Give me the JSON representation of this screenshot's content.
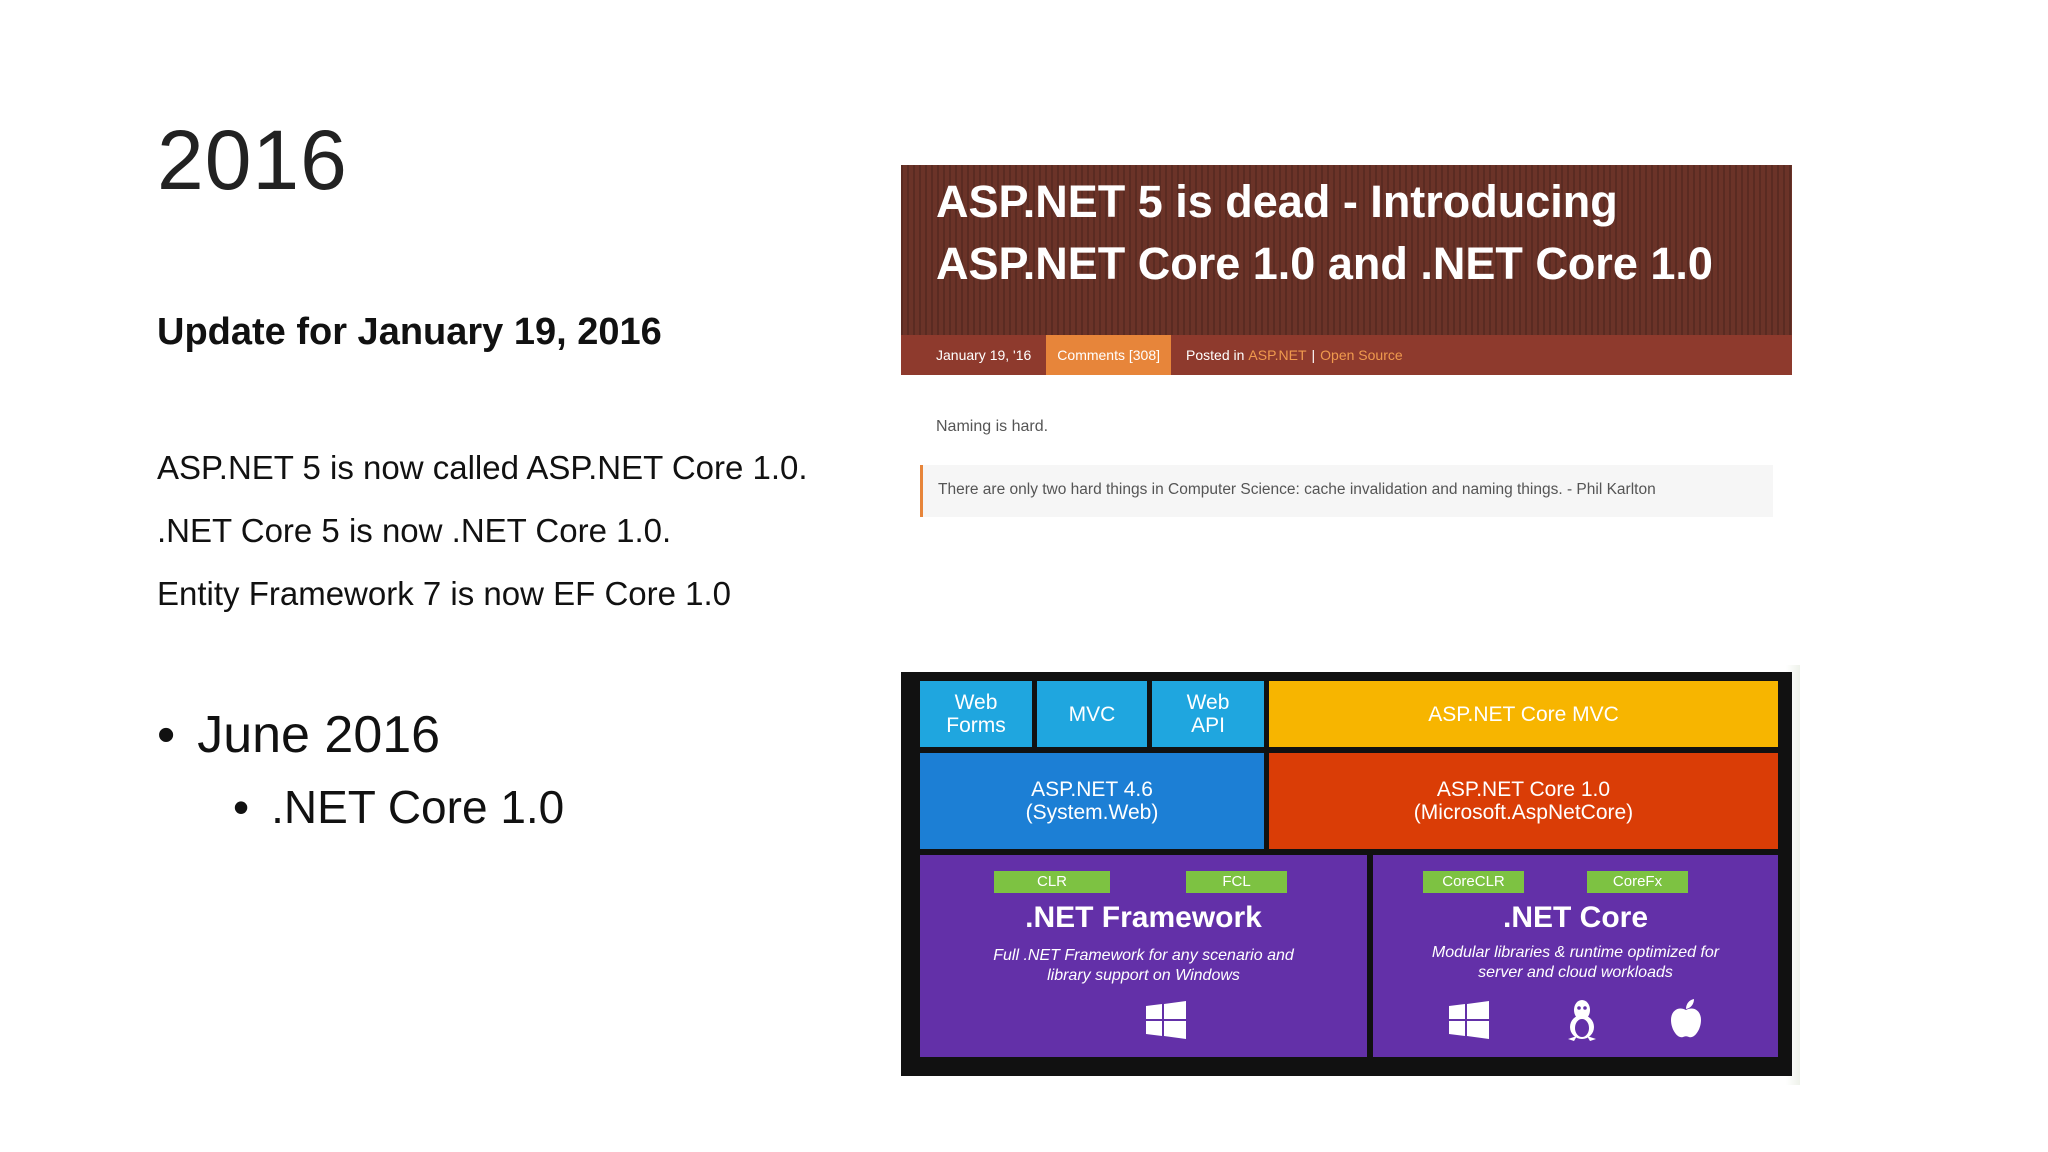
{
  "slide": {
    "title": "2016",
    "update_heading": "Update for January 19, 2016",
    "renames": [
      "ASP.NET 5 is now called ASP.NET Core 1.0.",
      ".NET Core 5 is now .NET Core 1.0.",
      "Entity Framework 7 is now EF Core 1.0"
    ],
    "bullet": "June 2016",
    "sub_bullet": ".NET Core 1.0",
    "bullet_char": "•"
  },
  "blog": {
    "title": "ASP.NET 5 is dead - Introducing ASP.NET Core 1.0 and .NET Core 1.0",
    "date": "January 19, '16",
    "comments": "Comments [308]",
    "posted_in": "Posted in",
    "category_1": "ASP.NET",
    "separator": "|",
    "category_2": "Open Source",
    "intro": "Naming is hard.",
    "quote": "There are only two hard things in Computer Science: cache invalidation and naming things. - Phil Karlton"
  },
  "diagram": {
    "web_forms": "Web\nForms",
    "mvc": "MVC",
    "web_api": "Web\nAPI",
    "aspnet_core_mvc": "ASP.NET Core MVC",
    "aspnet_46": "ASP.NET 4.6\n(System.Web)",
    "aspnet_core": "ASP.NET Core 1.0\n(Microsoft.AspNetCore)",
    "net_framework": {
      "tags": [
        "CLR",
        "FCL"
      ],
      "title": ".NET Framework",
      "description": "Full .NET Framework for any scenario and\nlibrary support on Windows",
      "os_icons": [
        "windows-icon"
      ]
    },
    "net_core": {
      "tags": [
        "CoreCLR",
        "CoreFx"
      ],
      "title": ".NET Core",
      "description": "Modular libraries & runtime optimized for\nserver and cloud workloads",
      "os_icons": [
        "windows-icon",
        "linux-icon",
        "apple-icon"
      ]
    },
    "colors": {
      "cyan": "#1fa6df",
      "yellow": "#f7b500",
      "blue": "#1c7fd5",
      "orange": "#da3d06",
      "purple": "#6330a8",
      "green_tag": "#7dc242",
      "blog_header": "#6b3328",
      "blog_accent": "#e7853a"
    }
  }
}
